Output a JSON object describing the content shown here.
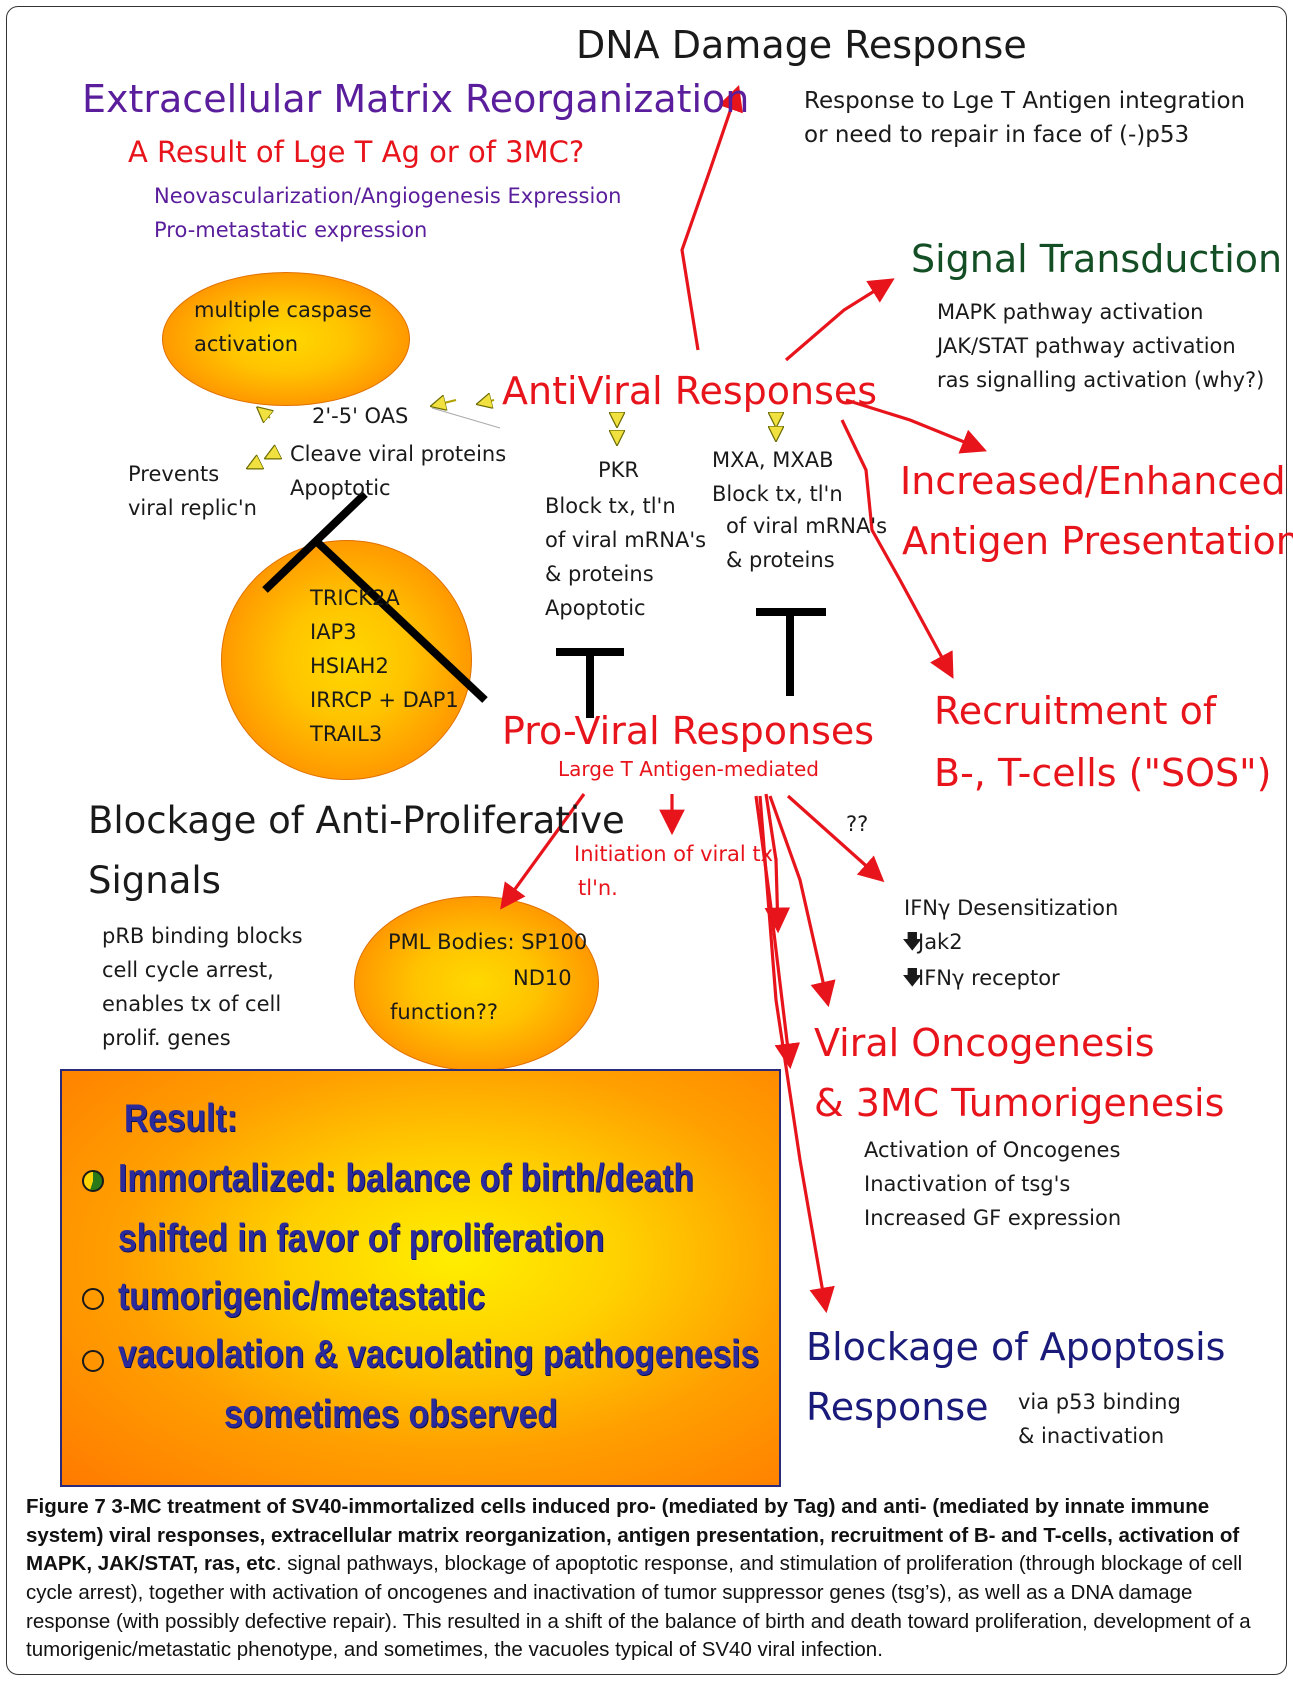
{
  "nodes": {
    "dna_damage": "DNA Damage Response",
    "dna_note_1": "Response to Lge T Antigen integration",
    "dna_note_2": "or need to repair in face of (-)p53",
    "ecm_title": "Extracellular Matrix Reorganization",
    "ecm_question": "A Result of Lge T Ag or of 3MC?",
    "ecm_line_1": "Neovascularization/Angiogenesis Expression",
    "ecm_line_2": "Pro-metastatic expression",
    "signal_title": "Signal Transduction",
    "signal_line_1": "MAPK pathway activation",
    "signal_line_2": "JAK/STAT pathway activation",
    "signal_line_3": "ras signalling activation (why?)",
    "caspase_1": "multiple caspase",
    "caspase_2": "activation",
    "antiviral": "AntiViral Responses",
    "oas": "2'-5' OAS",
    "cleave": "Cleave viral proteins",
    "apoptotic_1": "Apoptotic",
    "prevents_1": "Prevents",
    "prevents_2": "viral replic'n",
    "pkr": "PKR",
    "pkr_1": "Block tx, tl'n",
    "pkr_2": "of viral mRNA's",
    "pkr_3": "& proteins",
    "pkr_4": "Apoptotic",
    "mxa": "MXA, MXAB",
    "mxa_1": "Block tx, tl'n",
    "mxa_2": "of viral mRNA's",
    "mxa_3": "& proteins",
    "antigen_1": "Increased/Enhanced",
    "antigen_2": "Antigen Presentation",
    "trick_1": "TRICK2A",
    "trick_2": "IAP3",
    "trick_3": "HSIAH2",
    "trick_4": "IRRCP + DAP1",
    "trick_5": "TRAIL3",
    "proviral": "Pro-Viral Responses",
    "proviral_sub": "Large T Antigen-mediated",
    "recruit_1": "Recruitment of",
    "recruit_2": "B-, T-cells (\"SOS\")",
    "blockage_1": "Blockage of Anti-Proliferative",
    "blockage_2": "Signals",
    "prb_1": "pRB binding blocks",
    "prb_2": "cell cycle arrest,",
    "prb_3": "enables tx of cell",
    "prb_4": "prolif. genes",
    "initiation_1": "Initiation of viral tx,",
    "initiation_2": "tl'n.",
    "qq": "??",
    "pml_1": "PML Bodies: SP100",
    "pml_2": "ND10",
    "pml_3": "function??",
    "ifn_1": "IFNγ Desensitization",
    "ifn_2": "Jak2",
    "ifn_3": "IFNγ receptor",
    "onco_1": "Viral Oncogenesis",
    "onco_2": "& 3MC Tumorigenesis",
    "onco_line_1": "Activation of Oncogenes",
    "onco_line_2": "Inactivation of tsg's",
    "onco_line_3": "Increased GF expression",
    "apop_1": "Blockage of Apoptosis",
    "apop_2": "Response",
    "apop_note_1": "via p53 binding",
    "apop_note_2": "& inactivation"
  },
  "result": {
    "title": "Result:",
    "line_1": "Immortalized: balance of birth/death",
    "line_2": "shifted in favor of proliferation",
    "line_3": "tumorigenic/metastatic",
    "line_4": "vacuolation & vacuolating pathogenesis",
    "line_5": "sometimes observed"
  },
  "caption": {
    "bold": "Figure 7 3-MC treatment of SV40-immortalized cells induced pro- (mediated by Tag) and anti- (mediated by innate immune system) viral responses, extracellular matrix reorganization, antigen presentation, recruitment of B- and T-cells, activation of MAPK, JAK/STAT, ras, etc",
    "rest": ". signal pathways, blockage of apoptotic response, and stimulation of proliferation (through blockage of cell cycle arrest), together with activation of oncogenes and inactivation of tumor suppressor genes (tsg’s), as well as a DNA damage response (with possibly defective repair). This resulted in a shift of the balance of birth and death toward proliferation, development of a tumorigenic/metastatic phenotype, and sometimes, the vacuoles typical of SV40 viral infection."
  },
  "colors": {
    "red": "#e8141c",
    "purple": "#5a1e9c",
    "green": "#134e24",
    "navy": "#1a1a7a",
    "ellipse_center": "#ffd800",
    "ellipse_edge": "#ff7a00"
  }
}
